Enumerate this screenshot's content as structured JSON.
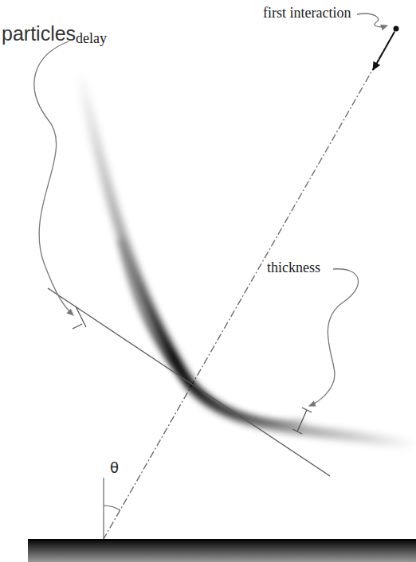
{
  "diagram": {
    "labels": [
      "particles",
      "first interaction",
      "delay",
      "thickness",
      "θ"
    ]
  }
}
